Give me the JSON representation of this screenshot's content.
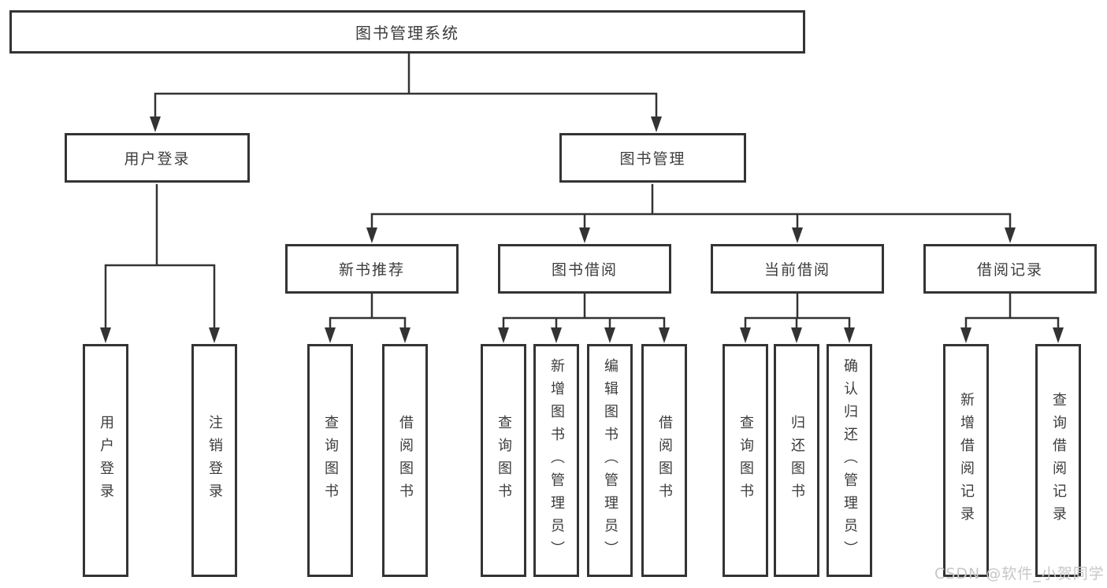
{
  "tree": {
    "root": {
      "label": "图书管理系统"
    },
    "branches": [
      {
        "label": "用户登录",
        "children": [
          {
            "label": "用户登录"
          },
          {
            "label": "注销登录"
          }
        ]
      },
      {
        "label": "图书管理",
        "children": [
          {
            "label": "新书推荐",
            "children": [
              {
                "label": "查询图书"
              },
              {
                "label": "借阅图书"
              }
            ]
          },
          {
            "label": "图书借阅",
            "children": [
              {
                "label": "查询图书"
              },
              {
                "label": "新增图书（管理员）"
              },
              {
                "label": "编辑图书（管理员）"
              },
              {
                "label": "借阅图书"
              }
            ]
          },
          {
            "label": "当前借阅",
            "children": [
              {
                "label": "查询图书"
              },
              {
                "label": "归还图书"
              },
              {
                "label": "确认归还（管理员）"
              }
            ]
          },
          {
            "label": "借阅记录",
            "children": [
              {
                "label": "新增借阅记录"
              },
              {
                "label": "查询借阅记录"
              }
            ]
          }
        ]
      }
    ]
  },
  "watermark": {
    "text": "CSDN @软件_小贺同学"
  },
  "colors": {
    "line": "#333333",
    "box_border": "#343434",
    "text": "#3c3c3c",
    "watermark": "#c7c7c7",
    "background": "#ffffff"
  }
}
